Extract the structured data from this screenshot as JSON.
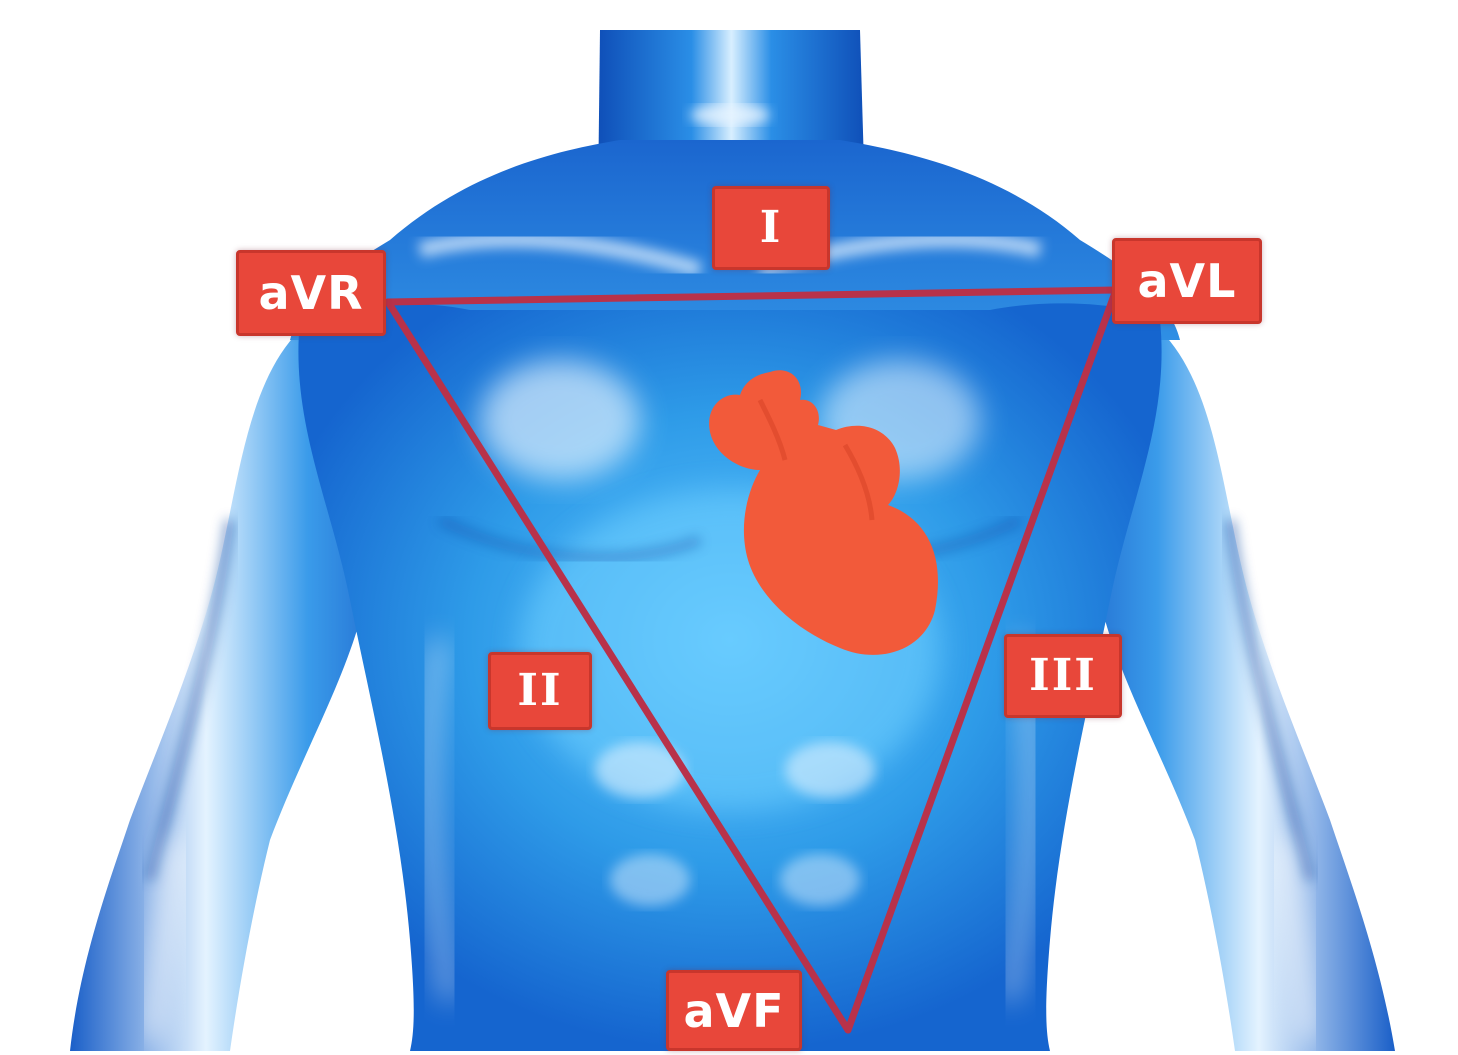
{
  "leads": {
    "I": "I",
    "II": "II",
    "III": "III",
    "aVR": "aVR",
    "aVL": "aVL",
    "aVF": "aVF"
  },
  "colors": {
    "body_blue": "#1f86e0",
    "body_dark_blue": "#0f4fb8",
    "highlight": "#e8f4ff",
    "heart": "#f25a3a",
    "triangle_line": "#b8324a",
    "label_bg": "#e8473a",
    "label_text": "#ffffff"
  },
  "icons": [
    "human-torso-figure",
    "heart-icon"
  ]
}
